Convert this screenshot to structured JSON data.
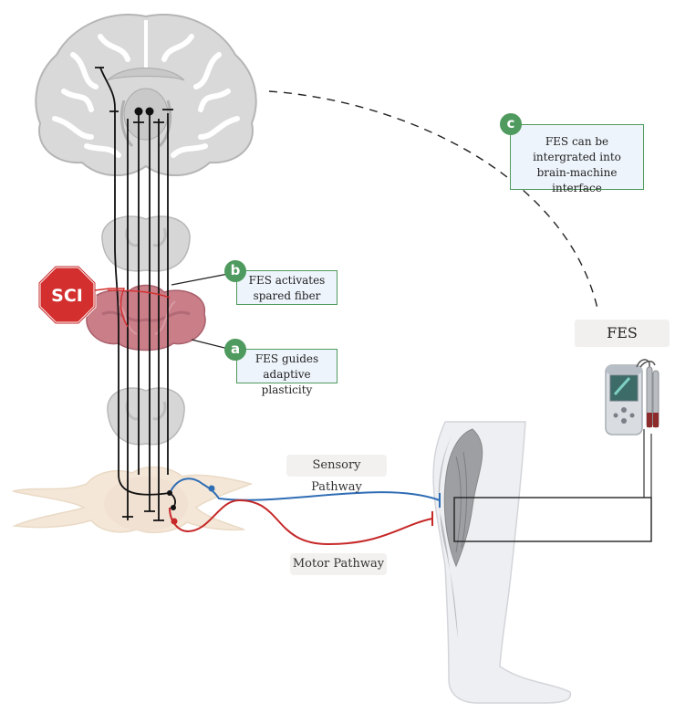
{
  "labels": {
    "sci": "SCI",
    "fes": "FES",
    "sensory": "Sensory Pathway",
    "motor": "Motor Pathway"
  },
  "callouts": {
    "a": {
      "badge": "a",
      "line1": "FES guides",
      "line2": "adaptive plasticity"
    },
    "b": {
      "badge": "b",
      "line1": "FES activates",
      "line2": "spared fiber"
    },
    "c": {
      "badge": "c",
      "line1": "FES can be",
      "line2": "intergrated into",
      "line3": "brain-machine interface"
    }
  },
  "colors": {
    "sensory": "#2f6db5",
    "motor": "#c62828",
    "badge": "#4f9a5e",
    "sci_sign": "#d32f2f",
    "injury": "#c97e88"
  },
  "icons": [
    "brain-icon",
    "spinal-cord-icon",
    "stop-sign-icon",
    "leg-icon",
    "fes-device-icon"
  ]
}
